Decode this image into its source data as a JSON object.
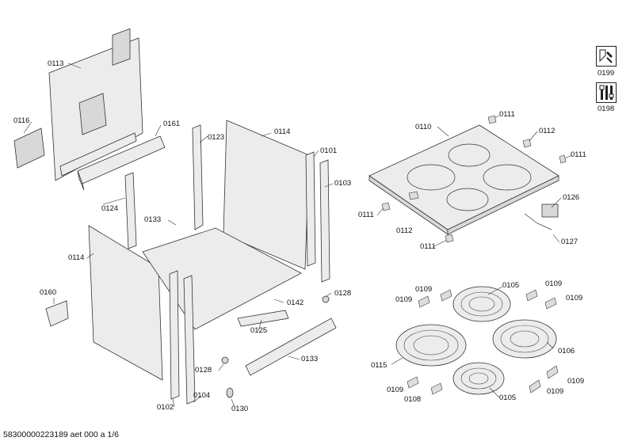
{
  "labels": {
    "p0113": "0113",
    "p0116": "0116",
    "p0161": "0161",
    "p0123": "0123",
    "p0114_top": "0114",
    "p0101": "0101",
    "p0103": "0103",
    "p0124": "0124",
    "p0133_top": "0133",
    "p0114_left": "0114",
    "p0160": "0160",
    "p0142": "0142",
    "p0128_right": "0128",
    "p0125": "0125",
    "p0133_bottom": "0133",
    "p0128_bottom": "0128",
    "p0102": "0102",
    "p0104": "0104",
    "p0130": "0130",
    "p0110": "0110",
    "p0111_a": "0111",
    "p0112_a": "0112",
    "p0111_b": "0111",
    "p0126": "0126",
    "p0111_c": "0111",
    "p0112_b": "0112",
    "p0111_d": "0111",
    "p0127": "0127",
    "p0109_a": "0109",
    "p0105_a": "0105",
    "p0109_b": "0109",
    "p0109_c": "0109",
    "p0109_d": "0109",
    "p0106": "0106",
    "p0115": "0115",
    "p0109_e": "0109",
    "p0109_f": "0109",
    "p0109_g": "0109",
    "p0108": "0108",
    "p0105_b": "0105",
    "p0199": "0199",
    "p0198": "0198"
  },
  "footer": "58300000223189 aet 000 a 1/6",
  "icons": [
    "wrench-icon",
    "tools-icon"
  ]
}
